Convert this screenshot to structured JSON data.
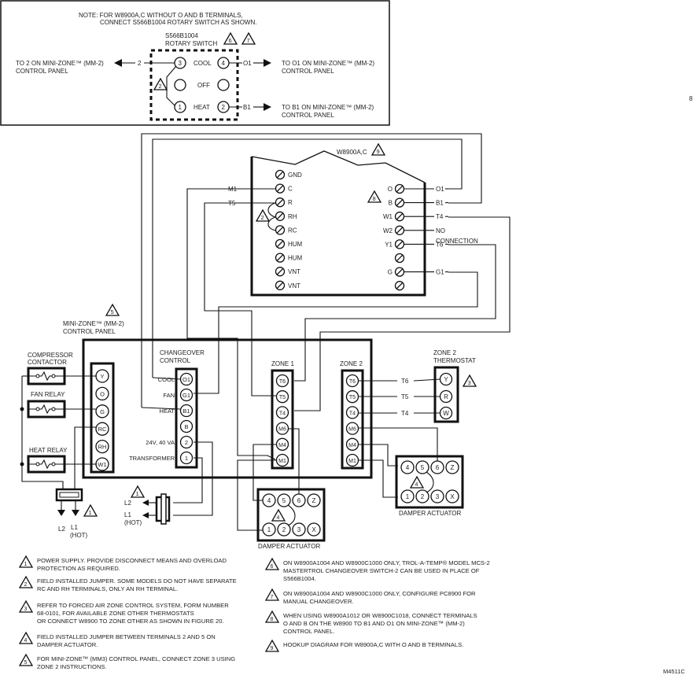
{
  "figure_id": "M4511C",
  "page_marker": "8",
  "note": {
    "line1": "NOTE: FOR W8900A,C WITHOUT O AND B TERMINALS,",
    "line2": "CONNECT S566B1004 ROTARY SWITCH AS SHOWN.",
    "switch_label1": "S566B1004",
    "switch_label2": "ROTARY SWITCH",
    "switch_callouts": [
      "6",
      "7"
    ],
    "jumper_callout": "2",
    "left_arrow_wire": "2",
    "left_text1": "TO 2 ON MINI-ZONE™ (MM-2)",
    "left_text2": "CONTROL PANEL",
    "positions": [
      "COOL",
      "OFF",
      "HEAT"
    ],
    "left_terms": [
      "3",
      "",
      "1"
    ],
    "right_terms": [
      "4",
      "",
      "2"
    ],
    "right_wires": [
      "O1",
      "B1"
    ],
    "right_text_top1": "TO O1 ON MINI-ZONE™ (MM-2)",
    "right_text_top2": "CONTROL PANEL",
    "right_text_bot1": "TO B1 ON MINI-ZONE™ (MM-2)",
    "right_text_bot2": "CONTROL PANEL"
  },
  "thermostat": {
    "model": "W8900A,C",
    "model_callout": "9",
    "ob_callout": "8",
    "jumper_callout": "2",
    "left_terminals": [
      "GND",
      "C",
      "R",
      "RH",
      "RC",
      "HUM",
      "HUM",
      "VNT",
      "VNT"
    ],
    "left_wires": {
      "C": "M1",
      "R": "T5"
    },
    "right_terminals": [
      "O",
      "B",
      "W1",
      "W2",
      "Y1",
      "",
      "G",
      ""
    ],
    "right_wires": [
      "O1",
      "B1",
      "T4",
      "NO",
      "T6",
      "",
      "G1",
      ""
    ],
    "no_connection2": "CONNECTION"
  },
  "panel": {
    "callout": "5",
    "label1": "MINI-ZONE™ (MM-2)",
    "label2": "CONTROL PANEL",
    "equipment_terminals": [
      "Y",
      "O",
      "G",
      "RC",
      "RH",
      "W1"
    ],
    "changeover_title1": "CHANGEOVER",
    "changeover_title2": "CONTROL",
    "changeover_terminals": [
      "O1",
      "G1",
      "B1",
      "B",
      "2",
      "1"
    ],
    "changeover_labels": [
      "COOL",
      "FAN",
      "HEAT",
      "",
      "24V, 40 VA",
      "TRANSFORMER"
    ],
    "zone1_title": "ZONE 1",
    "zone1_terminals": [
      "T6",
      "T5",
      "T4",
      "M6",
      "M4",
      "M1"
    ],
    "zone2_title": "ZONE 2",
    "zone2_terminals": [
      "T6",
      "T5",
      "T4",
      "M6",
      "M4",
      "M1"
    ]
  },
  "relays": {
    "compressor1": "COMPRESSOR",
    "compressor2": "CONTACTOR",
    "fan": "FAN RELAY",
    "heat": "HEAT RELAY"
  },
  "power": {
    "callout": "1",
    "l2": "L2",
    "l1": "L1",
    "hot": "(HOT)"
  },
  "zone2_thermostat": {
    "title1": "ZONE 2",
    "title2": "THERMOSTAT",
    "callout": "3",
    "terminals": [
      "Y",
      "R",
      "W"
    ],
    "wires": [
      "T6",
      "T5",
      "T4"
    ]
  },
  "damper": {
    "label": "DAMPER ACTUATOR",
    "callout": "4",
    "top": [
      "4",
      "5",
      "6",
      "Z"
    ],
    "bottom": [
      "1",
      "2",
      "3",
      "X"
    ]
  },
  "legend": [
    {
      "num": "1",
      "lines": [
        "POWER SUPPLY. PROVIDE DISCONNECT MEANS AND OVERLOAD",
        "PROTECTION AS REQUIRED."
      ]
    },
    {
      "num": "2",
      "lines": [
        "FIELD INSTALLED JUMPER. SOME MODELS DO NOT HAVE SEPARATE",
        "RC AND RH TERMINALS, ONLY AN RH TERMINAL."
      ]
    },
    {
      "num": "3",
      "lines": [
        "REFER TO FORCED AIR ZONE CONTROL SYSTEM, FORM NUMBER",
        "68-0101, FOR AVAILABLE ZONE OTHER THERMOSTATS",
        "OR CONNECT W8900 TO ZONE OTHER AS SHOWN IN FIGURE 20."
      ]
    },
    {
      "num": "4",
      "lines": [
        "FIELD INSTALLED JUMPER BETWEEN TERMINALS 2 AND 5 ON",
        "DAMPER  ACTUATOR."
      ]
    },
    {
      "num": "5",
      "lines": [
        "FOR MINI-ZONE™ (MM3) CONTROL PANEL, CONNECT ZONE 3 USING",
        "ZONE 2 INSTRUCTIONS."
      ]
    },
    {
      "num": "6",
      "lines": [
        "ON W8900A1004 AND W8900C1000 ONLY, TROL-A-TEMP® MODEL MCS-2",
        "MASTERTROL CHANGEOVER SWITCH-2 CAN BE USED IN PLACE OF",
        "S566B1004."
      ]
    },
    {
      "num": "7",
      "lines": [
        "ON W8900A1004 AND W8900C1000 ONLY, CONFIGURE PC8900 FOR",
        "MANUAL CHANGEOVER."
      ]
    },
    {
      "num": "8",
      "lines": [
        "WHEN USING  W8900A1012 OR W8900C1018, CONNECT TERMINALS",
        "O AND B ON THE W8900 TO B1 AND O1 ON MINI-ZONE™ (MM-2)",
        "CONTROL PANEL."
      ]
    },
    {
      "num": "9",
      "lines": [
        "HOOKUP DIAGRAM FOR W8900A,C WITH O AND B TERMINALS."
      ]
    }
  ]
}
